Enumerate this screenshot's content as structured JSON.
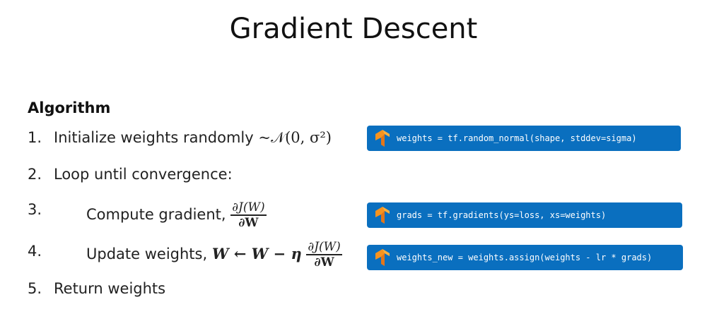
{
  "title": "Gradient Descent",
  "section": "Algorithm",
  "steps": [
    {
      "num": "1.",
      "text": "Initialize weights randomly",
      "math": "~𝒩(0, σ²)"
    },
    {
      "num": "2.",
      "text": "Loop until convergence:"
    },
    {
      "num": "3.",
      "text": "Compute gradient,",
      "frac_top": "∂J(W)",
      "frac_bot": "∂W"
    },
    {
      "num": "4.",
      "text": "Update weights,",
      "math": "W ← W − η",
      "frac_top": "∂J(W)",
      "frac_bot": "∂W"
    },
    {
      "num": "5.",
      "text": "Return weights"
    }
  ],
  "code": [
    {
      "icon": "tensorflow-logo-icon",
      "text": "weights = tf.random_normal(shape, stddev=sigma)"
    },
    {
      "icon": "tensorflow-logo-icon",
      "text": "grads = tf.gradients(ys=loss, xs=weights)"
    },
    {
      "icon": "tensorflow-logo-icon",
      "text": "weights_new = weights.assign(weights - lr * grads)"
    }
  ],
  "colors": {
    "code_bg": "#0a6fbf",
    "logo_orange": "#f7931e"
  }
}
